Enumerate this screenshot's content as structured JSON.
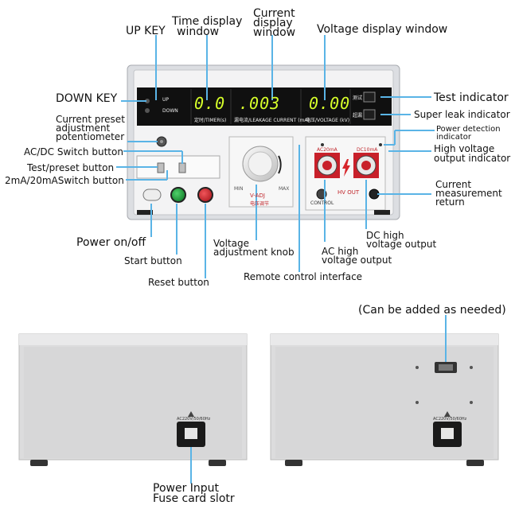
{
  "front_labels": {
    "up_key": "UP KEY",
    "time_window": [
      "Time display",
      "window"
    ],
    "current_window": [
      "Current",
      "display",
      "window"
    ],
    "voltage_window": "Voltage display window",
    "down_key": "DOWN KEY",
    "test_indicator": "Test indicator",
    "super_leak": "Super leak indicator",
    "preset_pot": [
      "Current preset",
      "adjustment",
      "potentiometer"
    ],
    "power_detection": [
      "Power detection",
      "indicator"
    ],
    "acdc_switch": "AC/DC Switch button",
    "hv_output_ind": [
      "High voltage",
      "output indicator"
    ],
    "test_preset": "Test/preset button",
    "ma_switch": "2mA/20mASwitch button",
    "current_return": [
      "Current",
      "measurement",
      "return"
    ],
    "power_onoff": "Power on/off",
    "start_button": "Start button",
    "reset_button": "Reset button",
    "voltage_knob": [
      "Voltage",
      "adjustment knob"
    ],
    "ac_output": [
      "AC high",
      "voltage output"
    ],
    "dc_output": [
      "DC high",
      "voltage output"
    ],
    "remote_interface": "Remote control interface"
  },
  "displays": {
    "time": "0.0",
    "current": ".003",
    "voltage": "0.00"
  },
  "panel_text": {
    "up": "UP",
    "down": "DOWN",
    "time_caption": "定时/TIMER(s)",
    "current_caption": "漏电流/LEAKAGE CURRENT (mA)",
    "voltage_caption": "电压/VOLTAGE (kV)",
    "test_tag": "测试",
    "leak_tag": "超漏",
    "knob_min": "MIN",
    "knob_max": "MAX",
    "knob_label": "V-ADJ",
    "knob_sub": "电压调节",
    "ac_port": "AC20mA",
    "dc_port": "DC10mA",
    "hv_out": "HV OUT",
    "control": "CONTROL",
    "rear_socket": "AC220V/50/60Hz"
  },
  "rear_labels": {
    "optional": "(Can be added as needed)",
    "power_input": "Power Input",
    "fuse": "Fuse card slotr"
  },
  "colors": {
    "leader": "#5ab4e6",
    "chassis": "#e9eaec",
    "panel": "#f1f1f2",
    "lcd": "#d6ff2a",
    "display_bg": "#111111",
    "start": "#1ca83a",
    "reset": "#d6262b",
    "terminal": "#c8202a"
  }
}
